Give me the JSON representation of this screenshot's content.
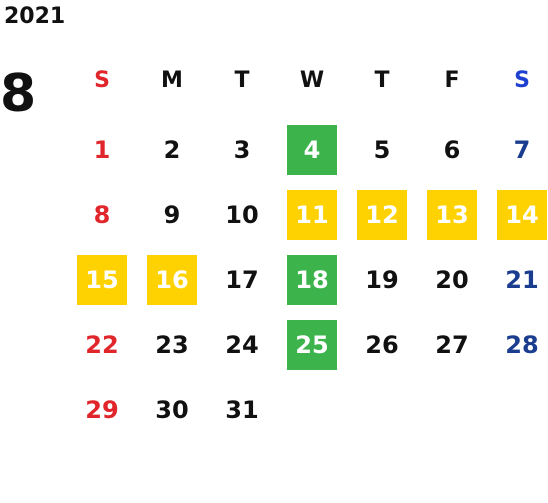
{
  "year": "2021",
  "month": "8",
  "weekdays": [
    {
      "label": "S",
      "color": "#e0262b"
    },
    {
      "label": "M",
      "color": "#111111"
    },
    {
      "label": "T",
      "color": "#111111"
    },
    {
      "label": "W",
      "color": "#111111"
    },
    {
      "label": "T",
      "color": "#111111"
    },
    {
      "label": "F",
      "color": "#111111"
    },
    {
      "label": "S",
      "color": "#1e40d0"
    }
  ],
  "weeks": [
    [
      {
        "day": "1",
        "style": "red",
        "highlight": ""
      },
      {
        "day": "2",
        "style": "black",
        "highlight": ""
      },
      {
        "day": "3",
        "style": "black",
        "highlight": ""
      },
      {
        "day": "4",
        "style": "white",
        "highlight": "green"
      },
      {
        "day": "5",
        "style": "black",
        "highlight": ""
      },
      {
        "day": "6",
        "style": "black",
        "highlight": ""
      },
      {
        "day": "7",
        "style": "dblue",
        "highlight": ""
      }
    ],
    [
      {
        "day": "8",
        "style": "red",
        "highlight": ""
      },
      {
        "day": "9",
        "style": "black",
        "highlight": ""
      },
      {
        "day": "10",
        "style": "black",
        "highlight": ""
      },
      {
        "day": "11",
        "style": "white",
        "highlight": "yellow"
      },
      {
        "day": "12",
        "style": "white",
        "highlight": "yellow"
      },
      {
        "day": "13",
        "style": "white",
        "highlight": "yellow"
      },
      {
        "day": "14",
        "style": "white",
        "highlight": "yellow"
      }
    ],
    [
      {
        "day": "15",
        "style": "white",
        "highlight": "yellow"
      },
      {
        "day": "16",
        "style": "white",
        "highlight": "yellow"
      },
      {
        "day": "17",
        "style": "black",
        "highlight": ""
      },
      {
        "day": "18",
        "style": "white",
        "highlight": "green"
      },
      {
        "day": "19",
        "style": "black",
        "highlight": ""
      },
      {
        "day": "20",
        "style": "black",
        "highlight": ""
      },
      {
        "day": "21",
        "style": "dblue",
        "highlight": ""
      }
    ],
    [
      {
        "day": "22",
        "style": "red",
        "highlight": ""
      },
      {
        "day": "23",
        "style": "black",
        "highlight": ""
      },
      {
        "day": "24",
        "style": "black",
        "highlight": ""
      },
      {
        "day": "25",
        "style": "white",
        "highlight": "green"
      },
      {
        "day": "26",
        "style": "black",
        "highlight": ""
      },
      {
        "day": "27",
        "style": "black",
        "highlight": ""
      },
      {
        "day": "28",
        "style": "dblue",
        "highlight": ""
      }
    ],
    [
      {
        "day": "29",
        "style": "red",
        "highlight": ""
      },
      {
        "day": "30",
        "style": "black",
        "highlight": ""
      },
      {
        "day": "31",
        "style": "black",
        "highlight": ""
      },
      {
        "day": "",
        "style": "black",
        "highlight": ""
      },
      {
        "day": "",
        "style": "black",
        "highlight": ""
      },
      {
        "day": "",
        "style": "black",
        "highlight": ""
      },
      {
        "day": "",
        "style": "black",
        "highlight": ""
      }
    ]
  ],
  "colors": {
    "highlight_yellow": "#fdd200",
    "highlight_green": "#3cb44b",
    "sunday_red": "#e0262b",
    "saturday_blue": "#1a3d8f"
  }
}
